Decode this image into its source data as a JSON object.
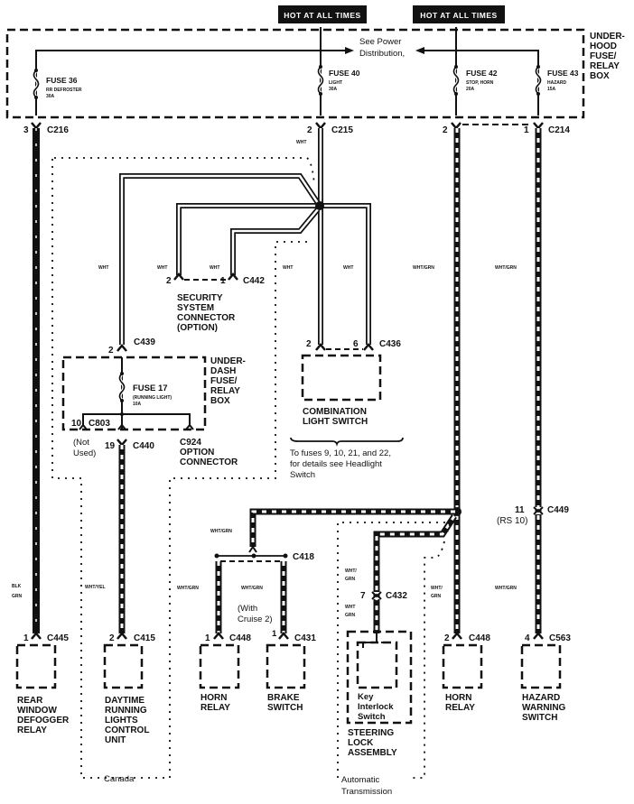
{
  "hot_labels": [
    "HOT AT ALL TIMES",
    "HOT AT ALL TIMES"
  ],
  "underhood_box": {
    "label_lines": [
      "UNDER-",
      "HOOD",
      "FUSE/",
      "RELAY",
      "BOX"
    ],
    "power_note_lines": [
      "See Power",
      "Distribution,"
    ],
    "fuses": [
      {
        "name": "FUSE 36",
        "desc": "RR DEFROSTER",
        "rating": "30A"
      },
      {
        "name": "FUSE 40",
        "desc": "LIGHT",
        "rating": "30A"
      },
      {
        "name": "FUSE 42",
        "desc": "STOP, HORN",
        "rating": "20A"
      },
      {
        "name": "FUSE 43",
        "desc": "HAZARD",
        "rating": "15A"
      }
    ]
  },
  "top_connectors": [
    {
      "pin": "3",
      "id": "C216"
    },
    {
      "pin": "2",
      "id": "C215"
    },
    {
      "pin": "2",
      "id": ""
    },
    {
      "pin": "1",
      "id": "C214"
    }
  ],
  "wire_colors": {
    "wht": "WHT",
    "wht_grn": "WHT/GRN",
    "wht_yel": "WHT/YEL",
    "blk_grn": [
      "BLK",
      "GRN"
    ],
    "wht_grn_split": [
      "WHT/",
      "GRN"
    ],
    "wht_grn_split2": [
      "WHT",
      "GRN"
    ]
  },
  "security_connector": {
    "pin_left": "2",
    "pin_right": "1",
    "id": "C442",
    "label_lines": [
      "SECURITY",
      "SYSTEM",
      "CONNECTOR",
      "(OPTION)"
    ]
  },
  "c439": {
    "pin": "2",
    "id": "C439"
  },
  "underdash_box": {
    "label_lines": [
      "UNDER-",
      "DASH",
      "FUSE/",
      "RELAY",
      "BOX"
    ],
    "fuse": {
      "name": "FUSE 17",
      "desc": "(RUNNING LIGHT)",
      "rating": "10A"
    },
    "c803": {
      "pin": "10",
      "id": "C803"
    },
    "not_used_lines": [
      "(Not",
      "Used)"
    ],
    "c440": {
      "pin": "19",
      "id": "C440"
    },
    "c924_lines": [
      "C924",
      "OPTION",
      "CONNECTOR"
    ]
  },
  "combination_switch": {
    "pin_left": "2",
    "pin_right": "6",
    "id": "C436",
    "label_lines": [
      "COMBINATION",
      "LIGHT SWITCH"
    ],
    "note_lines": [
      "To fuses 9, 10, 21, and 22,",
      "for details see Headlight",
      "Switch"
    ]
  },
  "c449": {
    "pin": "11",
    "sub": "(RS 10)",
    "id": "C449"
  },
  "c418": {
    "id": "C418"
  },
  "c432": {
    "pin": "7",
    "id": "C432"
  },
  "cruise_note_lines": [
    "(With",
    "Cruise 2)"
  ],
  "components": [
    {
      "pin": "1",
      "conn": "C445",
      "label_lines": [
        "REAR",
        "WINDOW",
        "DEFOGGER",
        "RELAY"
      ]
    },
    {
      "pin": "2",
      "conn": "C415",
      "label_lines": [
        "DAYTIME",
        "RUNNING",
        "LIGHTS",
        "CONTROL",
        "UNIT"
      ]
    },
    {
      "pin": "1",
      "conn": "C448",
      "label_lines": [
        "HORN",
        "RELAY"
      ]
    },
    {
      "pin": "1",
      "conn": "C431",
      "label_lines": [
        "BRAKE",
        "SWITCH"
      ]
    },
    {
      "pin": "",
      "conn": "",
      "label_lines": [
        "STEERING",
        "LOCK",
        "ASSEMBLY"
      ],
      "inner_lines": [
        "Key",
        "Interlock",
        "Switch"
      ]
    },
    {
      "pin": "2",
      "conn": "C448",
      "label_lines": [
        "HORN",
        "RELAY"
      ]
    },
    {
      "pin": "4",
      "conn": "C563",
      "label_lines": [
        "HAZARD",
        "WARNING",
        "SWITCH"
      ]
    }
  ],
  "region_labels": {
    "canada": "Canada",
    "automatic_lines": [
      "Automatic",
      "Transmission"
    ]
  }
}
